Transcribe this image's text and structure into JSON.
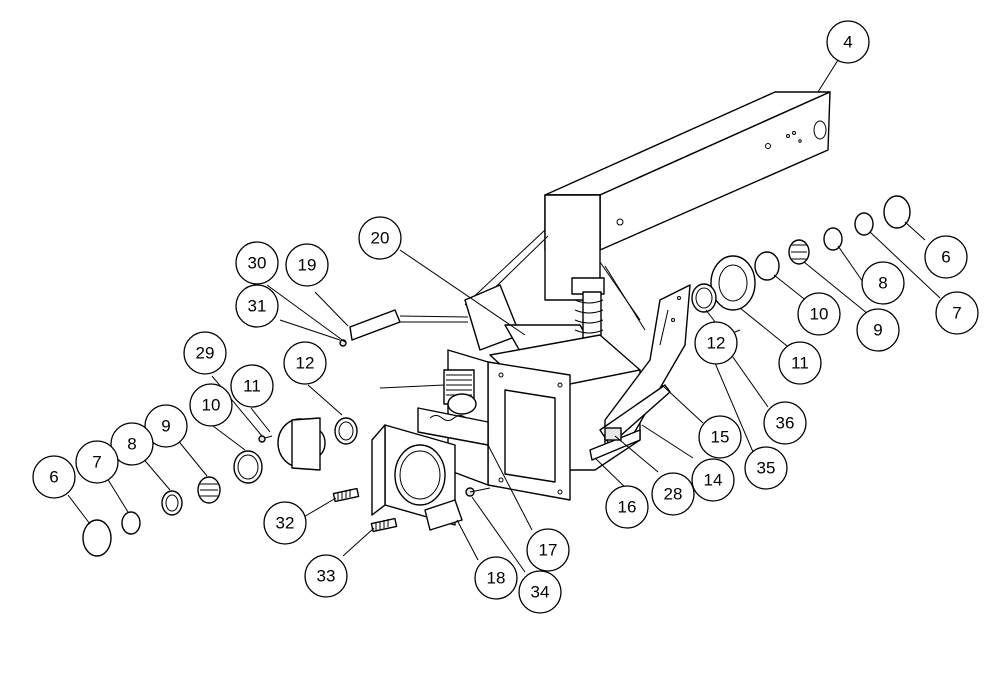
{
  "callouts": [
    {
      "id": "c4",
      "label": "4"
    },
    {
      "id": "c20",
      "label": "20"
    },
    {
      "id": "c30",
      "label": "30"
    },
    {
      "id": "c19",
      "label": "19"
    },
    {
      "id": "c31",
      "label": "31"
    },
    {
      "id": "c29",
      "label": "29"
    },
    {
      "id": "c12a",
      "label": "12"
    },
    {
      "id": "c11a",
      "label": "11"
    },
    {
      "id": "c10a",
      "label": "10"
    },
    {
      "id": "c9a",
      "label": "9"
    },
    {
      "id": "c8a",
      "label": "8"
    },
    {
      "id": "c7a",
      "label": "7"
    },
    {
      "id": "c6a",
      "label": "6"
    },
    {
      "id": "c6b",
      "label": "6"
    },
    {
      "id": "c8b",
      "label": "8"
    },
    {
      "id": "c7b",
      "label": "7"
    },
    {
      "id": "c10b",
      "label": "10"
    },
    {
      "id": "c9b",
      "label": "9"
    },
    {
      "id": "c12b",
      "label": "12"
    },
    {
      "id": "c11b",
      "label": "11"
    },
    {
      "id": "c36",
      "label": "36"
    },
    {
      "id": "c35",
      "label": "35"
    },
    {
      "id": "c15",
      "label": "15"
    },
    {
      "id": "c14",
      "label": "14"
    },
    {
      "id": "c28",
      "label": "28"
    },
    {
      "id": "c16",
      "label": "16"
    },
    {
      "id": "c17",
      "label": "17"
    },
    {
      "id": "c32",
      "label": "32"
    },
    {
      "id": "c33",
      "label": "33"
    },
    {
      "id": "c18",
      "label": "18"
    },
    {
      "id": "c34",
      "label": "34"
    }
  ]
}
